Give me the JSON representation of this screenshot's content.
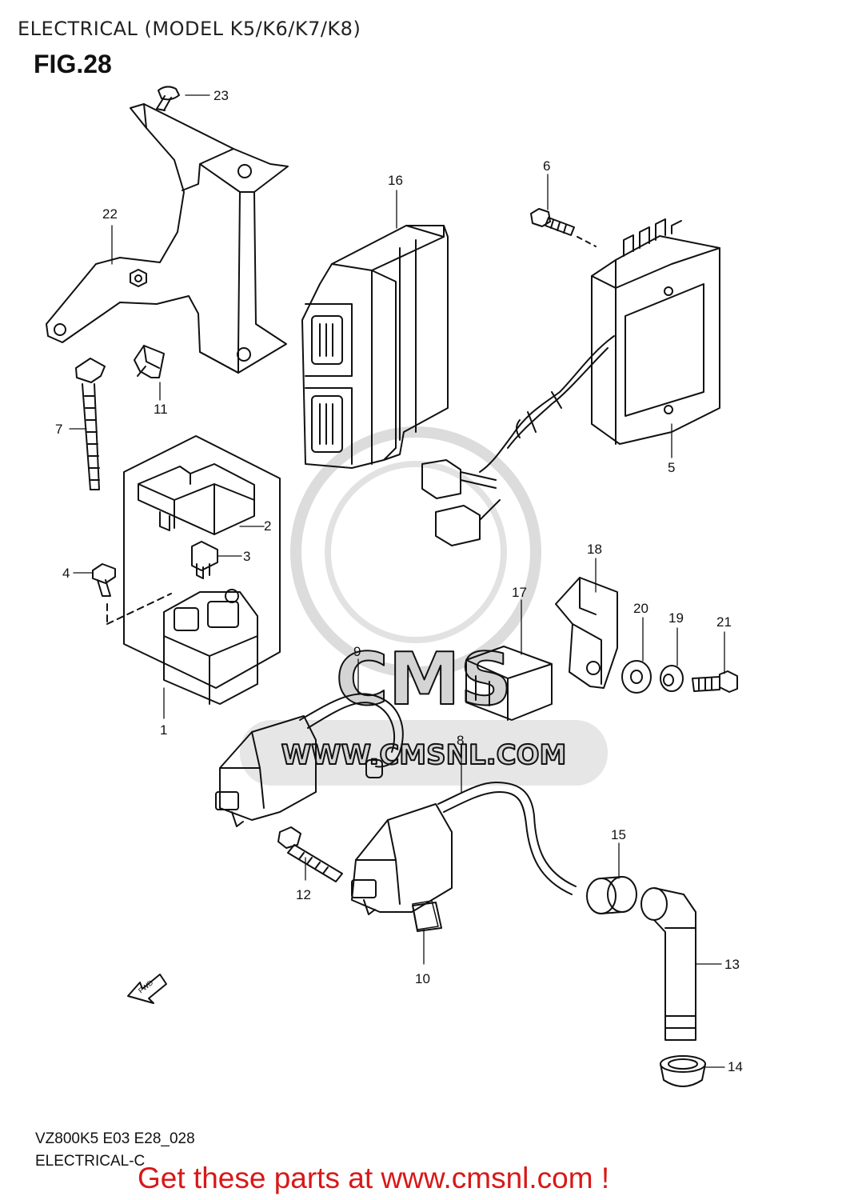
{
  "header": {
    "title": "ELECTRICAL (MODEL K5/K6/K7/K8)",
    "figure": "FIG.28"
  },
  "watermark": {
    "brand": "CMS",
    "url": "WWW.CMSNL.COM"
  },
  "parts": {
    "p1": "1",
    "p2": "2",
    "p3": "3",
    "p4": "4",
    "p5": "5",
    "p6": "6",
    "p7": "7",
    "p8": "8",
    "p9": "9",
    "p10": "10",
    "p11": "11",
    "p12": "12",
    "p13": "13",
    "p14": "14",
    "p15": "15",
    "p16": "16",
    "p17": "17",
    "p18": "18",
    "p19": "19",
    "p20": "20",
    "p21": "21",
    "p22": "22",
    "p23": "23"
  },
  "footer": {
    "code": "VZ800K5 E03 E28_028",
    "group": "ELECTRICAL-C",
    "promo": "Get these parts at www.cmsnl.com !"
  }
}
